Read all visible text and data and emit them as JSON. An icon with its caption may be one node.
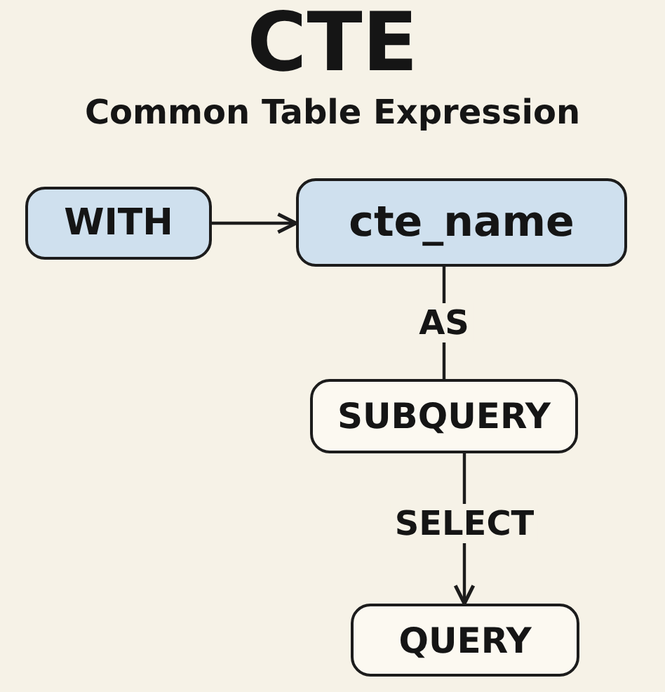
{
  "diagram": {
    "title": "CTE",
    "caption": "Common Table Expression",
    "nodes": [
      {
        "text": [
          "WITH"
        ]
      },
      {
        "text": [
          "cte_name"
        ]
      },
      {
        "text": [
          "SUBQUERY"
        ]
      },
      {
        "text": [
          "QUERY"
        ]
      }
    ],
    "edges": [
      {
        "from": 0,
        "to": 1,
        "arrow": "to"
      },
      {
        "from": 1,
        "to": 2,
        "arrow": "none",
        "label": "AS"
      },
      {
        "from": 2,
        "to": 3,
        "arrow": "to",
        "label": "SELECT"
      }
    ]
  }
}
